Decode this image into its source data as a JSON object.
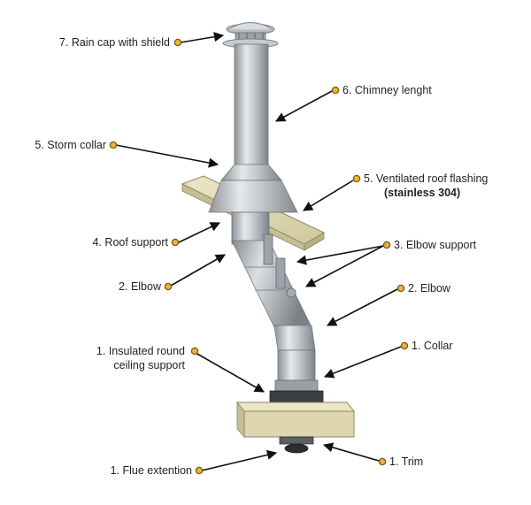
{
  "labels": {
    "rain_cap": "7. Rain cap with shield",
    "chimney_length": "6. Chimney lenght",
    "storm_collar": "5. Storm collar",
    "roof_flashing_line1": "5. Ventilated roof flashing",
    "roof_flashing_line2": "(stainless 304)",
    "elbow_support": "3. Elbow support",
    "roof_support": "4. Roof support",
    "elbow_left": "2. Elbow",
    "elbow_right": "2. Elbow",
    "ceiling_support_line1": "1. Insulated round",
    "ceiling_support_line2": "ceiling support",
    "collar": "1. Collar",
    "flue_extension": "1. Flue extention",
    "trim": "1. Trim"
  },
  "colors": {
    "dot": "#e9b43a",
    "leader": "#111111",
    "steel": "#b9bdc2",
    "board": "#e3dcb7"
  }
}
